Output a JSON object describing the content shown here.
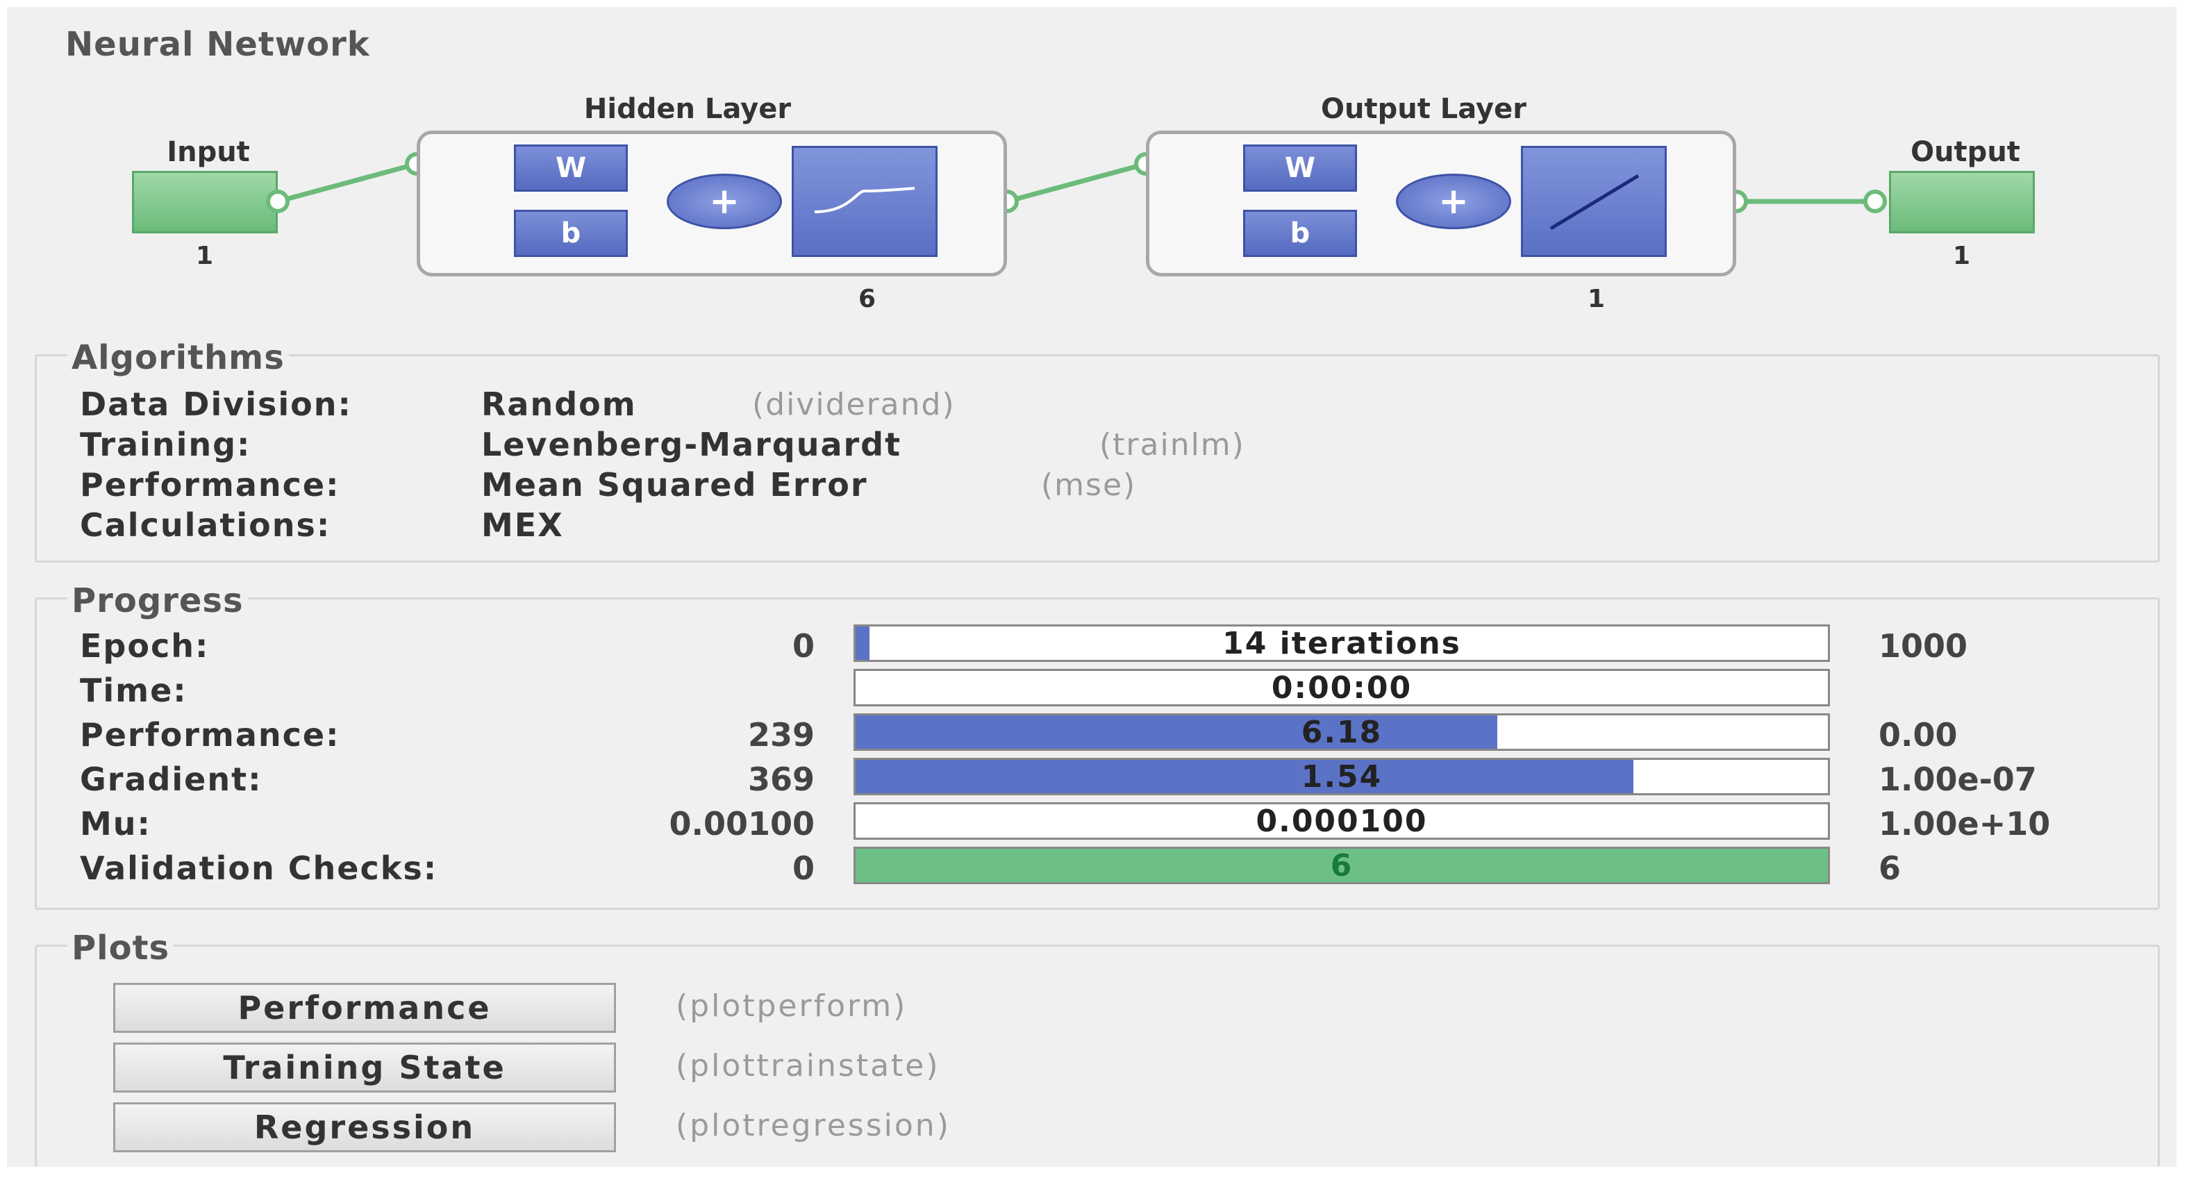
{
  "network": {
    "title": "Neural Network",
    "input_label": "Input",
    "input_size": "1",
    "hidden_label": "Hidden Layer",
    "hidden_size": "6",
    "hidden_w": "W",
    "hidden_b": "b",
    "output_layer_label": "Output Layer",
    "output_layer_size": "1",
    "output_w": "W",
    "output_b": "b",
    "output_label": "Output",
    "output_size": "1"
  },
  "algorithms": {
    "title": "Algorithms",
    "rows": [
      {
        "label": "Data Division:",
        "value": "Random",
        "fn": "(dividerand)"
      },
      {
        "label": "Training:",
        "value": "Levenberg-Marquardt",
        "fn": "(trainlm)"
      },
      {
        "label": "Performance:",
        "value": "Mean Squared Error",
        "fn": "(mse)"
      },
      {
        "label": "Calculations:",
        "value": "MEX",
        "fn": ""
      }
    ]
  },
  "progress": {
    "title": "Progress",
    "rows": [
      {
        "label": "Epoch:",
        "start": "0",
        "bar_text": "14 iterations",
        "end": "1000",
        "fill": 0.014,
        "fill_color": "#5b73c6"
      },
      {
        "label": "Time:",
        "start": "",
        "bar_text": "0:00:00",
        "end": "",
        "fill": 0,
        "fill_color": "#5b73c6"
      },
      {
        "label": "Performance:",
        "start": "239",
        "bar_text": "6.18",
        "end": "0.00",
        "fill": 0.66,
        "fill_color": "#5b73c6"
      },
      {
        "label": "Gradient:",
        "start": "369",
        "bar_text": "1.54",
        "end": "1.00e-07",
        "fill": 0.8,
        "fill_color": "#5b73c6"
      },
      {
        "label": "Mu:",
        "start": "0.00100",
        "bar_text": "0.000100",
        "end": "1.00e+10",
        "fill": 0,
        "fill_color": "#5b73c6"
      },
      {
        "label": "Validation Checks:",
        "start": "0",
        "bar_text": "6",
        "end": "6",
        "fill": 1.0,
        "fill_color": "#6cc086"
      }
    ]
  },
  "plots": {
    "title": "Plots",
    "buttons": [
      {
        "label": "Performance",
        "fn": "(plotperform)"
      },
      {
        "label": "Training State",
        "fn": "(plottrainstate)"
      },
      {
        "label": "Regression",
        "fn": "(plotregression)"
      }
    ]
  }
}
